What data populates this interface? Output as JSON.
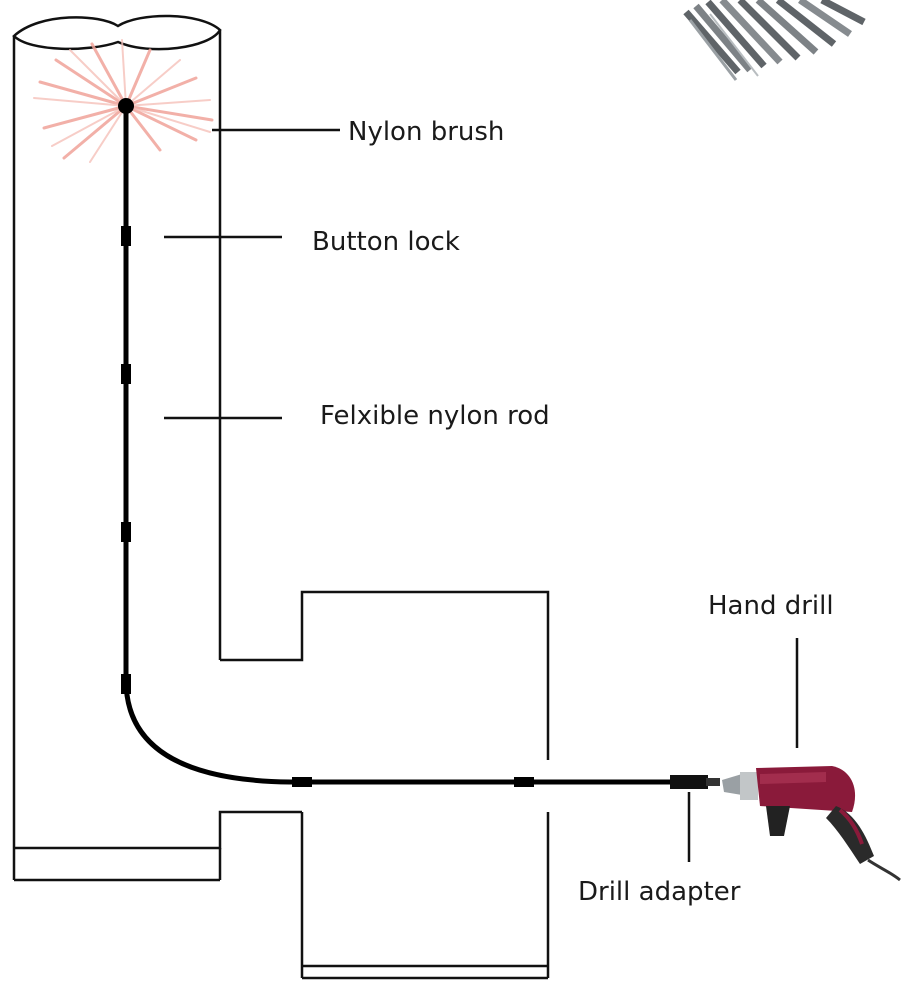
{
  "labels": {
    "nylon_brush": "Nylon brush",
    "button_lock": "Button lock",
    "flexible_rod": "Felxible nylon rod",
    "hand_drill": "Hand drill",
    "drill_adapter": "Drill adapter"
  },
  "colors": {
    "outline": "#111111",
    "rod": "#000000",
    "bristle": "#f0a39a",
    "drill_body": "#8a1a3a",
    "drill_chuck": "#9aa0a4",
    "rod_bundle": "#6f7478"
  }
}
